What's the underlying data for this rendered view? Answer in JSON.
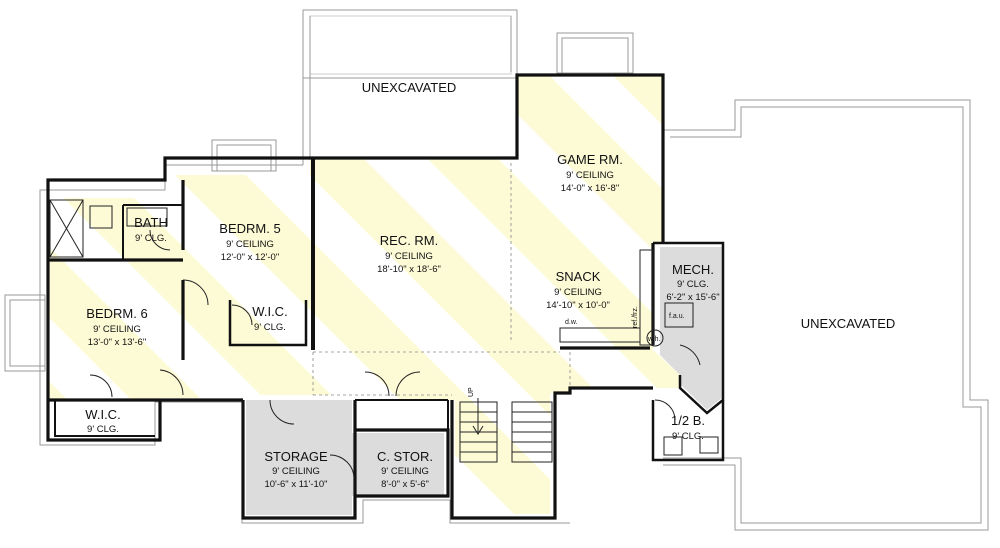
{
  "rooms": {
    "unexcavated_top": {
      "name": "UNEXCAVATED"
    },
    "unexcavated_right": {
      "name": "UNEXCAVATED"
    },
    "game_rm": {
      "name": "GAME RM.",
      "ceiling": "9' CEILING",
      "size": "14'-0\" x 16'-8\""
    },
    "rec_rm": {
      "name": "REC. RM.",
      "ceiling": "9' CEILING",
      "size": "18'-10\" x 18'-6\""
    },
    "snack": {
      "name": "SNACK",
      "ceiling": "9' CEILING",
      "size": "14'-10\" x 10'-0\""
    },
    "bedrm5": {
      "name": "BEDRM. 5",
      "ceiling": "9' CEILING",
      "size": "12'-0\" x 12'-0\""
    },
    "bedrm6": {
      "name": "BEDRM. 6",
      "ceiling": "9' CEILING",
      "size": "13'-0\" x 13'-6\""
    },
    "bath": {
      "name": "BATH",
      "ceiling": "9' CLG."
    },
    "wic_center": {
      "name": "W.I.C.",
      "ceiling": "9' CLG."
    },
    "wic_left": {
      "name": "W.I.C.",
      "ceiling": "9' CLG."
    },
    "mech": {
      "name": "MECH.",
      "ceiling": "9' CLG.",
      "size": "6'-2\" x 15'-6\""
    },
    "half_bath": {
      "name": "1/2 B.",
      "ceiling": "9' CLG."
    },
    "storage": {
      "name": "STORAGE",
      "ceiling": "9' CEILING",
      "size": "10'-6\" x 11'-10\""
    },
    "c_stor": {
      "name": "C. STOR.",
      "ceiling": "9' CEILING",
      "size": "8'-0\" x 5'-6\""
    }
  },
  "fixtures": {
    "dw": "d.w.",
    "ref": "ref./frz.",
    "fau": "f.a.u.",
    "wh": "w.h.",
    "stair_dir": "UP"
  },
  "colors": {
    "highlight": "#fdfbd6",
    "utility": "#dcdcdc",
    "wall": "#111111",
    "outline": "#999999"
  }
}
